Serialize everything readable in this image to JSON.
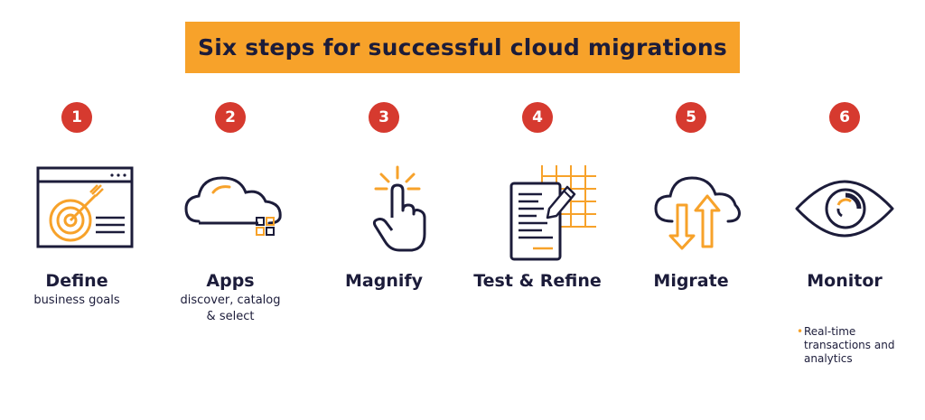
{
  "header": {
    "title": "Six steps for successful cloud migrations"
  },
  "colors": {
    "accent": "#f7a22a",
    "badge": "#d63a2f",
    "ink": "#1c1c3a"
  },
  "steps": [
    {
      "number": "1",
      "title": "Define",
      "subtitle": "business goals",
      "icon": "browser-target-icon"
    },
    {
      "number": "2",
      "title": "Apps",
      "subtitle": "discover, catalog & select",
      "icon": "cloud-apps-icon"
    },
    {
      "number": "3",
      "title": "Magnify",
      "subtitle": "",
      "icon": "hand-tap-icon"
    },
    {
      "number": "4",
      "title": "Test & Refine",
      "subtitle": "",
      "icon": "document-grid-pen-icon"
    },
    {
      "number": "5",
      "title": "Migrate",
      "subtitle": "",
      "icon": "cloud-arrows-icon"
    },
    {
      "number": "6",
      "title": "Monitor",
      "subtitle": "",
      "icon": "eye-icon"
    }
  ],
  "monitor_note": {
    "bullet": "•",
    "text": "Real-time transactions and analytics"
  }
}
